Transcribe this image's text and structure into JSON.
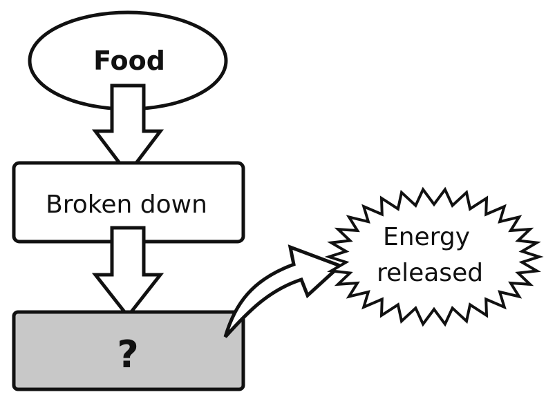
{
  "nodes": {
    "food": "Food",
    "broken_down": "Broken down",
    "unknown": "?",
    "energy_line1": "Energy",
    "energy_line2": "released"
  },
  "colors": {
    "unknown_fill": "#c8c8c8",
    "stroke": "#111111"
  }
}
